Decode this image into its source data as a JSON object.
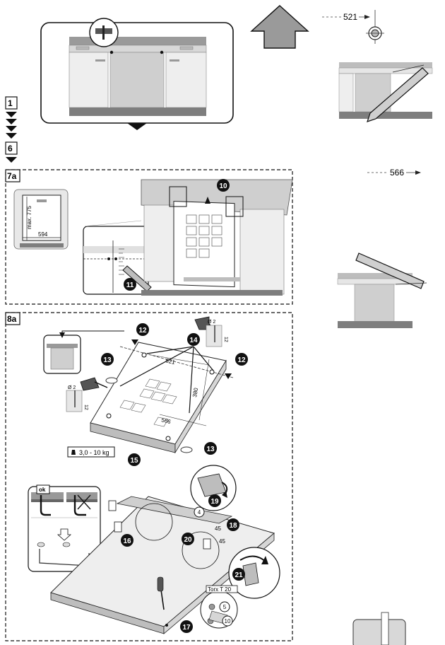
{
  "steps": {
    "step1": "1",
    "step6": "6",
    "step7a": "7a",
    "step8a": "8a"
  },
  "dimensions": {
    "marker_521": "521",
    "marker_566": "566",
    "max_height": "max. 775",
    "width_594": "594",
    "drill_diameter_left": "Ø 2",
    "drill_depth_left": "12",
    "drill_diameter_right": "Ø 2",
    "drill_depth_right": "12",
    "template_521": "521",
    "template_566": "566",
    "template_380": "380",
    "angle_45_a": "45",
    "angle_45_b": "45"
  },
  "callouts": {
    "c10": "10",
    "c11": "11",
    "c12a": "12",
    "c12b": "12",
    "c13a": "13",
    "c13b": "13",
    "c14": "14",
    "c15": "15",
    "c16": "16",
    "c17": "17",
    "c18": "18",
    "c19": "19",
    "c20": "20",
    "c21": "21",
    "c4": "4",
    "c5": "5",
    "c10b": "10"
  },
  "labels": {
    "weight": "3,0 - 10 kg",
    "ok": "ok",
    "torx": "Torx T 20"
  }
}
